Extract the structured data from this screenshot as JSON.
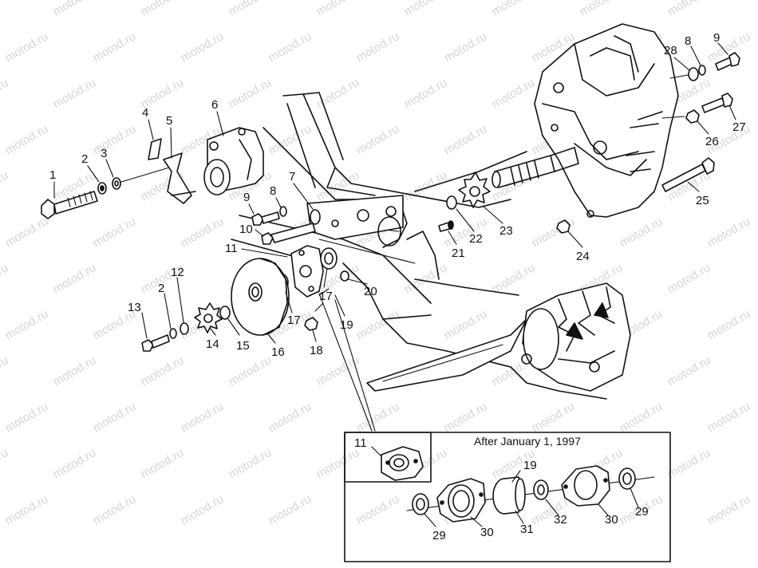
{
  "watermark": "motod.ru",
  "inset": {
    "title": "After January 1, 1997"
  },
  "callouts": {
    "c1": "1",
    "c2a": "2",
    "c3": "3",
    "c4": "4",
    "c5": "5",
    "c6": "6",
    "c7": "7",
    "c8a": "8",
    "c9a": "9",
    "c10": "10",
    "c11": "11",
    "c12": "12",
    "c13": "13",
    "c2b": "2",
    "c14": "14",
    "c15": "15",
    "c16": "16",
    "c17a": "17",
    "c17b": "17",
    "c18": "18",
    "c19": "19",
    "c20": "20",
    "c21": "21",
    "c22": "22",
    "c23": "23",
    "c24": "24",
    "c25": "25",
    "c26": "26",
    "c27": "27",
    "c28": "28",
    "c8b": "8",
    "c9b": "9",
    "i11": "11",
    "i19": "19",
    "i29a": "29",
    "i30a": "30",
    "i31": "31",
    "i32": "32",
    "i30b": "30",
    "i29b": "29"
  }
}
